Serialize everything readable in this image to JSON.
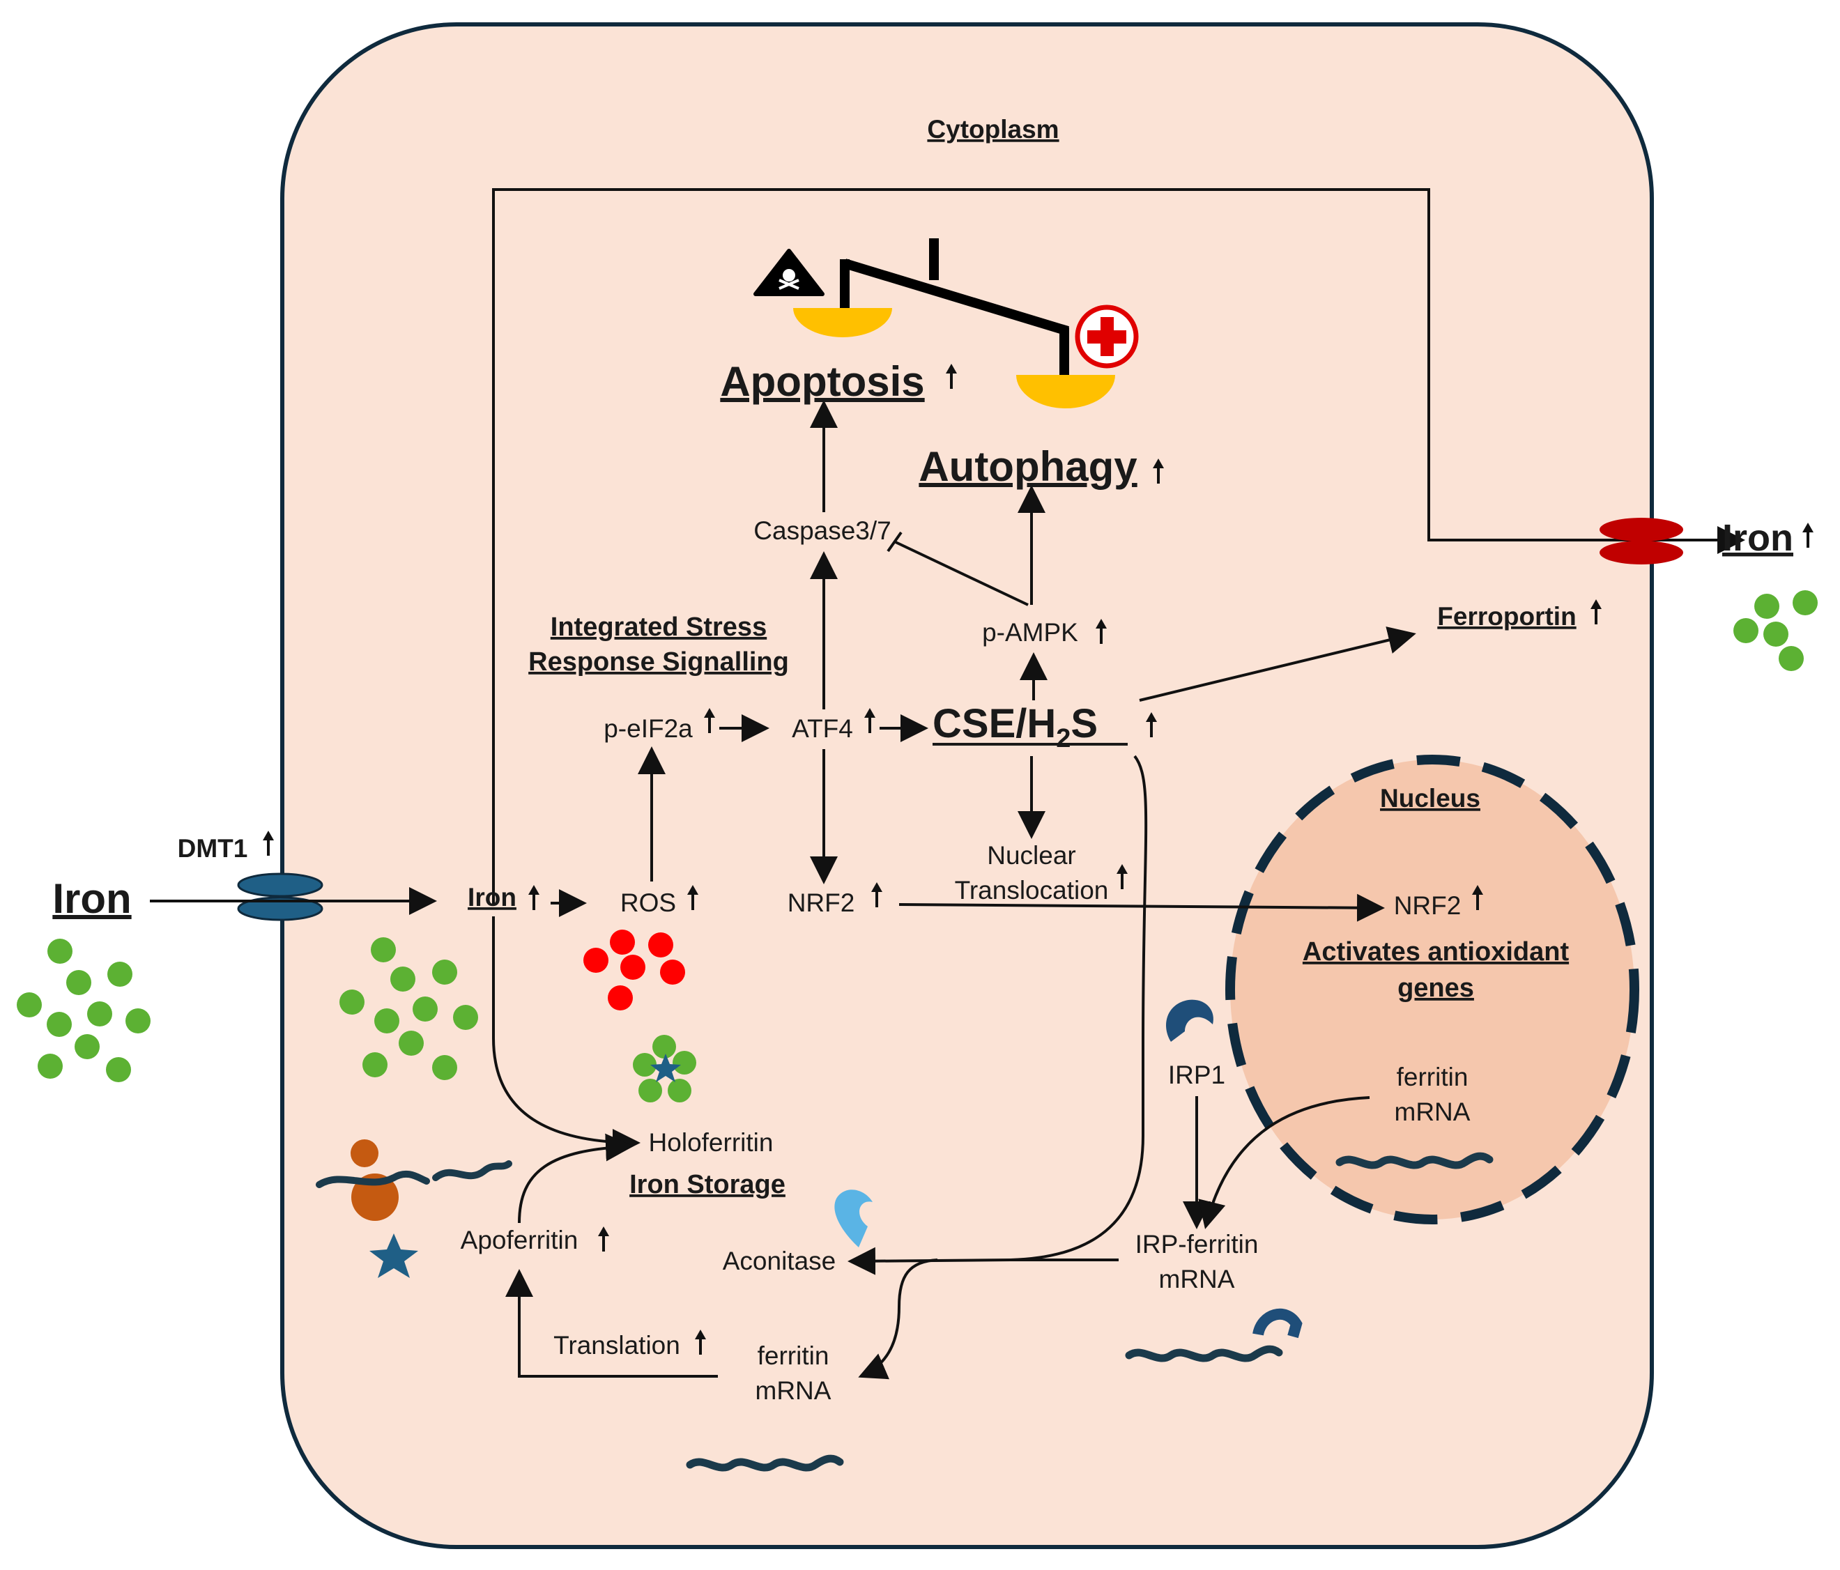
{
  "labels": {
    "cytoplasm": "Cytoplasm",
    "apoptosis": "Apoptosis",
    "autophagy": "Autophagy",
    "caspase": "Caspase3/7",
    "integrated_1": "Integrated Stress",
    "integrated_2": "Response Signalling",
    "pampk": "p-AMPK",
    "peif2a": "p-eIF2a",
    "atf4": "ATF4",
    "cse": "CSE/H",
    "cse_sub": "2",
    "cse_s": "S",
    "ferroportin": "Ferroportin",
    "iron_out": "Iron",
    "iron_left": "Iron",
    "dmt1": "DMT1",
    "iron_in": "Iron",
    "ros": "ROS",
    "nrf2": "NRF2",
    "nuclear_1": "Nuclear",
    "nuclear_2": "Translocation",
    "nucleus": "Nucleus",
    "nucleus_nrf2": "NRF2",
    "activates_1": "Activates antioxidant",
    "activates_2": "genes",
    "irp1": "IRP1",
    "nuc_ferritin_1": "ferritin",
    "nuc_ferritin_2": "mRNA",
    "holoferritin": "Holoferritin",
    "iron_storage": "Iron Storage",
    "apoferritin": "Apoferritin",
    "aconitase": "Aconitase",
    "irp_ferritin_1": "IRP-ferritin",
    "irp_ferritin_2": "mRNA",
    "translation": "Translation",
    "cyt_ferritin_1": "ferritin",
    "cyt_ferritin_2": "mRNA"
  },
  "colors": {
    "cell_fill": "#fbe3d6",
    "nucleus_fill": "#f5c7ad",
    "border": "#0f2a3d",
    "iron_green": "#5cb133",
    "ros_red": "#ff0000",
    "scale_gold": "#ffc000",
    "ferroportin_red": "#c00000",
    "transporter_blue": "#1f5f86",
    "aconitase_blue": "#5ab4e5",
    "irp_blue": "#1f4e79",
    "apoferritin_brown": "#c55a11"
  },
  "icons": [
    "skull-warning-icon",
    "medical-cross-icon",
    "up-arrow-icon"
  ]
}
